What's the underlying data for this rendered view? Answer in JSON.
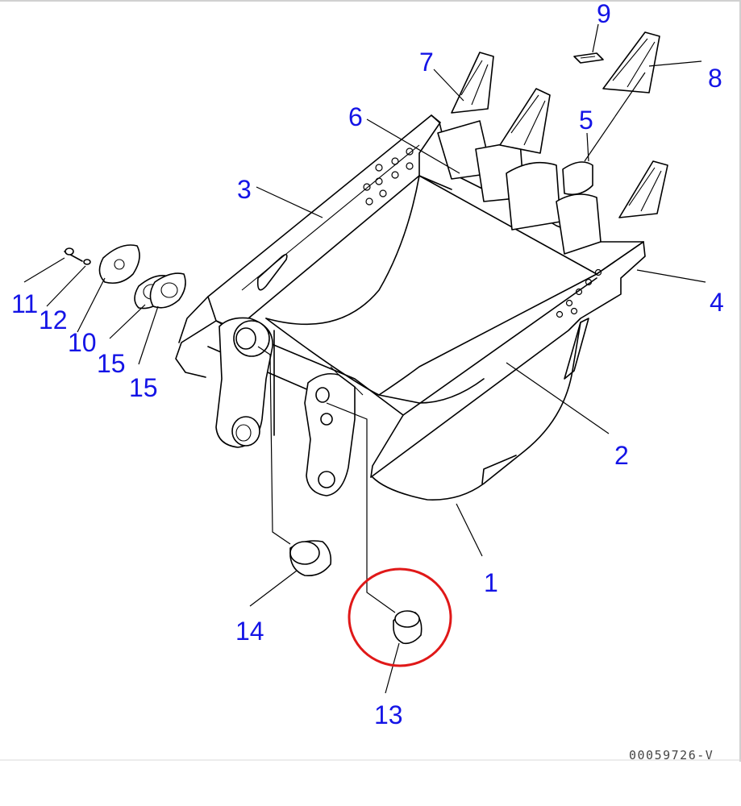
{
  "diagram": {
    "reference_code": "00059726-V",
    "highlight_color": "#e01818",
    "callout_color": "#1414e6",
    "callouts": [
      {
        "id": "c1",
        "label": "1"
      },
      {
        "id": "c2",
        "label": "2"
      },
      {
        "id": "c3",
        "label": "3"
      },
      {
        "id": "c4",
        "label": "4"
      },
      {
        "id": "c5",
        "label": "5"
      },
      {
        "id": "c6",
        "label": "6"
      },
      {
        "id": "c7",
        "label": "7"
      },
      {
        "id": "c8",
        "label": "8"
      },
      {
        "id": "c9",
        "label": "9"
      },
      {
        "id": "c10",
        "label": "10"
      },
      {
        "id": "c11",
        "label": "11"
      },
      {
        "id": "c12",
        "label": "12"
      },
      {
        "id": "c13",
        "label": "13"
      },
      {
        "id": "c14",
        "label": "14"
      },
      {
        "id": "c15a",
        "label": "15"
      },
      {
        "id": "c15b",
        "label": "15"
      }
    ]
  }
}
